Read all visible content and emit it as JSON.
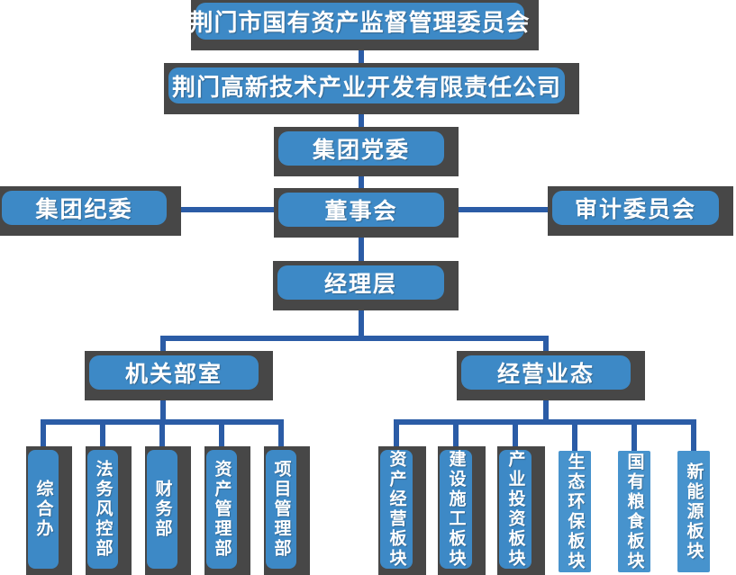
{
  "diagram": {
    "type": "org-chart",
    "colors": {
      "node_fill": "#3D89C6",
      "node_fill_light": "#4793CD",
      "node_text": "#FFFFFF",
      "shadow": "#474747",
      "connector": "#2B5CA6",
      "background": "#FFFFFF"
    },
    "nodes": [
      {
        "id": "sasac",
        "label": "荆门市国有资产监督管理委员会"
      },
      {
        "id": "company",
        "label": "荆门高新技术产业开发有限责任公司"
      },
      {
        "id": "party",
        "label": "集团党委"
      },
      {
        "id": "discipline",
        "label": "集团纪委"
      },
      {
        "id": "board",
        "label": "董事会"
      },
      {
        "id": "audit",
        "label": "审计委员会"
      },
      {
        "id": "mgmt",
        "label": "经理层"
      },
      {
        "id": "depts",
        "label": "机关部室"
      },
      {
        "id": "business",
        "label": "经营业态"
      },
      {
        "id": "d1",
        "label": "综合办"
      },
      {
        "id": "d2",
        "label": "法务风控部"
      },
      {
        "id": "d3",
        "label": "财务部"
      },
      {
        "id": "d4",
        "label": "资产管理部"
      },
      {
        "id": "d5",
        "label": "项目管理部"
      },
      {
        "id": "b1",
        "label": "资产经营板块"
      },
      {
        "id": "b2",
        "label": "建设施工板块"
      },
      {
        "id": "b3",
        "label": "产业投资板块"
      },
      {
        "id": "b4",
        "label": "生态环保板块"
      },
      {
        "id": "b5",
        "label": "国有粮食板块"
      },
      {
        "id": "b6",
        "label": "新能源板块"
      }
    ],
    "edges": [
      [
        "sasac",
        "company"
      ],
      [
        "company",
        "party"
      ],
      [
        "party",
        "board"
      ],
      [
        "board",
        "discipline"
      ],
      [
        "board",
        "audit"
      ],
      [
        "board",
        "mgmt"
      ],
      [
        "mgmt",
        "depts"
      ],
      [
        "mgmt",
        "business"
      ],
      [
        "depts",
        "d1"
      ],
      [
        "depts",
        "d2"
      ],
      [
        "depts",
        "d3"
      ],
      [
        "depts",
        "d4"
      ],
      [
        "depts",
        "d5"
      ],
      [
        "business",
        "b1"
      ],
      [
        "business",
        "b2"
      ],
      [
        "business",
        "b3"
      ],
      [
        "business",
        "b4"
      ],
      [
        "business",
        "b5"
      ],
      [
        "business",
        "b6"
      ]
    ]
  }
}
